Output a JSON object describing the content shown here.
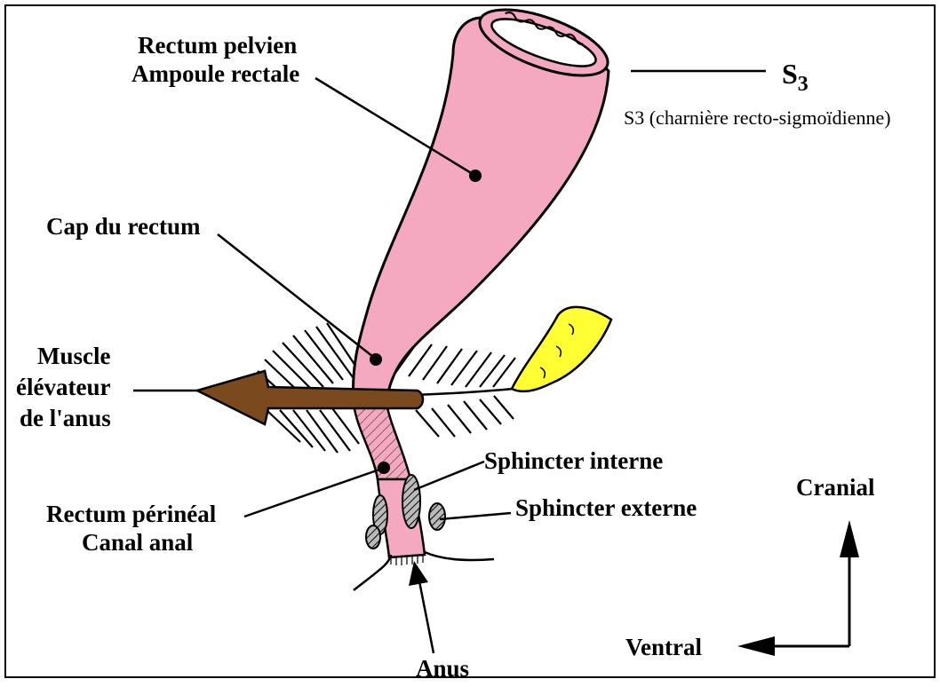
{
  "labels": {
    "rectum_pelvien": "Rectum pelvien",
    "ampoule_rectale": "Ampoule rectale",
    "cap_du_rectum": "Cap du rectum",
    "muscle_line1": "Muscle",
    "muscle_line2": "élévateur",
    "muscle_line3": "de l'anus",
    "rectum_perineal": "Rectum périnéal",
    "canal_anal": "Canal anal",
    "sphincter_interne": "Sphincter interne",
    "sphincter_externe": "Sphincter externe",
    "anus": "Anus",
    "s3_main": "S",
    "s3_sub": "3",
    "s3_caption": "S3 (charnière recto-sigmoïdienne)",
    "cranial": "Cranial",
    "ventral": "Ventral"
  },
  "colors": {
    "rectum_fill": "#f4a9c0",
    "coccyx_fill": "#ffff33",
    "muscle_fill": "#7a4a1e",
    "ink": "#000000",
    "sphincter_fill": "#888888"
  },
  "icons": {
    "cranial_direction": "arrow-up-icon",
    "ventral_direction": "arrow-left-icon"
  }
}
